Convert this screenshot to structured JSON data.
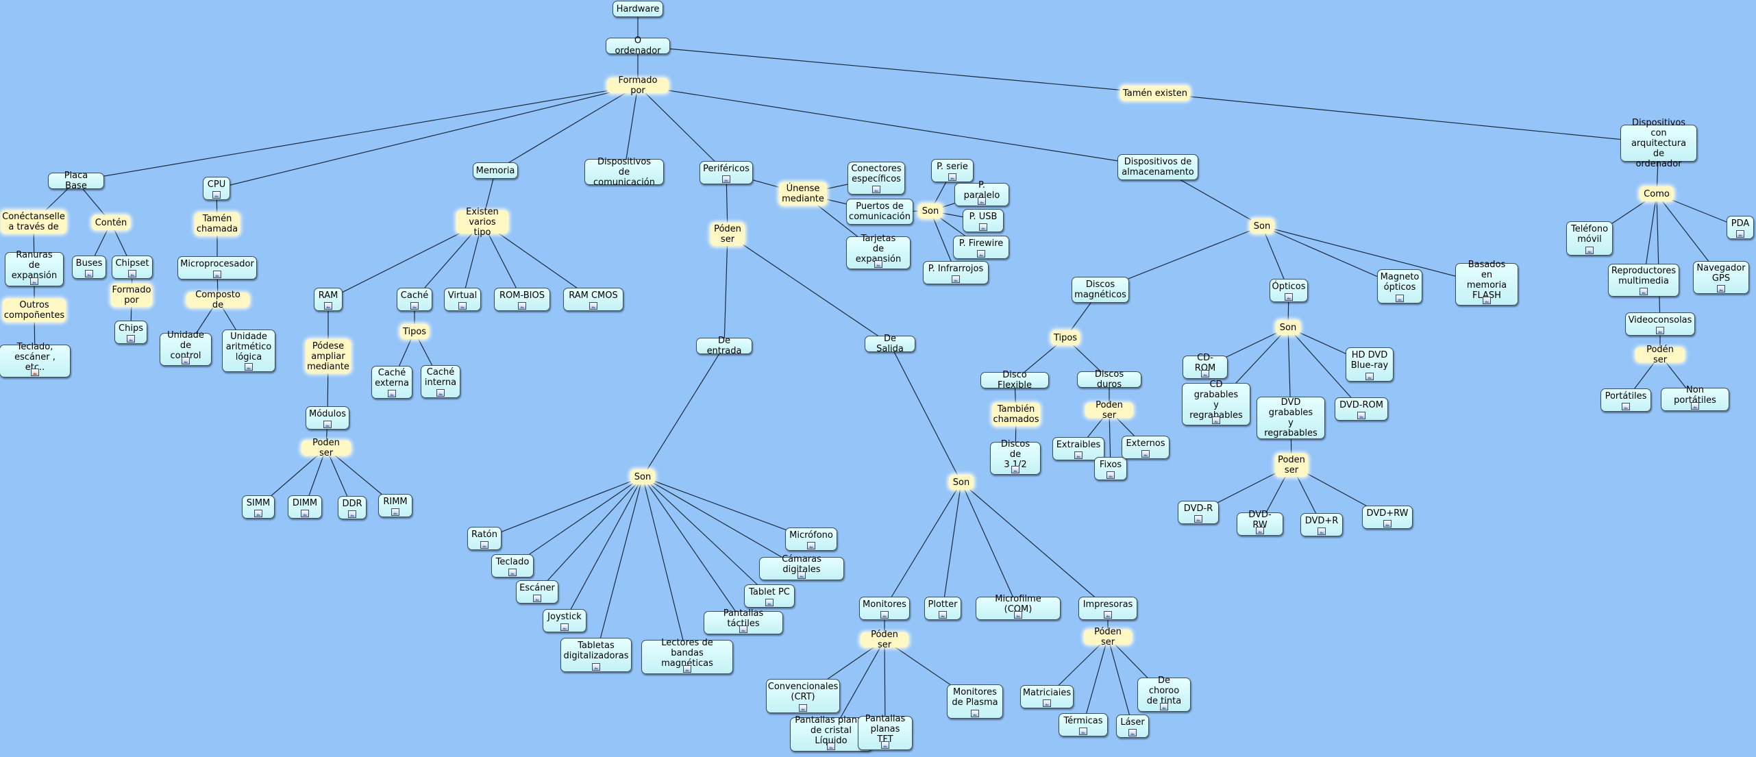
{
  "title": "Hardware",
  "nodes": [
    {
      "id": "hardware",
      "label": "Hardware",
      "type": "concept",
      "icon": false
    },
    {
      "id": "ordenador",
      "label": "O ordenador",
      "type": "concept",
      "icon": false
    },
    {
      "id": "formado_por",
      "label": "Formado por",
      "type": "linking"
    },
    {
      "id": "tamen_existen",
      "label": "Tamén existen",
      "type": "linking"
    },
    {
      "id": "placa_base",
      "label": "Placa Base",
      "type": "concept",
      "icon": false
    },
    {
      "id": "cpu",
      "label": "CPU",
      "type": "concept",
      "icon": true
    },
    {
      "id": "memoria",
      "label": "Memoria",
      "type": "concept",
      "icon": false
    },
    {
      "id": "disp_comunicacion",
      "label": "Dispositivos\nde comunicación",
      "type": "concept",
      "icon": false
    },
    {
      "id": "perifericos",
      "label": "Periféricos",
      "type": "concept",
      "icon": true
    },
    {
      "id": "disp_almacenamento",
      "label": "Dispositivos de\nalmacenamento",
      "type": "concept",
      "icon": false
    },
    {
      "id": "disp_arquitectura",
      "label": "Dispositivos con\narquitectura de\nordenador",
      "type": "concept",
      "icon": false
    },
    {
      "id": "conectanse",
      "label": "Conéctanselle\na través de",
      "type": "linking"
    },
    {
      "id": "conten",
      "label": "Contén",
      "type": "linking"
    },
    {
      "id": "ranuras",
      "label": "Ranuras de\nexpansión",
      "type": "concept",
      "icon": true
    },
    {
      "id": "outros",
      "label": "Outros\ncompoñentes",
      "type": "linking"
    },
    {
      "id": "teclado_escaner",
      "label": "Teclado,\nescáner , etc..",
      "type": "concept",
      "icon": true,
      "iconKind": "doc"
    },
    {
      "id": "buses",
      "label": "Buses",
      "type": "concept",
      "icon": true
    },
    {
      "id": "chipset",
      "label": "Chipset",
      "type": "concept",
      "icon": true
    },
    {
      "id": "formado_por2",
      "label": "Formado\npor",
      "type": "linking"
    },
    {
      "id": "chips",
      "label": "Chips",
      "type": "concept",
      "icon": true
    },
    {
      "id": "tamen_chamada",
      "label": "Tamén\nchamada",
      "type": "linking"
    },
    {
      "id": "microprocesador",
      "label": "Microprocesador",
      "type": "concept",
      "icon": true
    },
    {
      "id": "composto_de",
      "label": "Composto de",
      "type": "linking"
    },
    {
      "id": "unidade_control",
      "label": "Unidade\nde control",
      "type": "concept",
      "icon": true
    },
    {
      "id": "unidade_alu",
      "label": "Unidade\naritmético\nlógica",
      "type": "concept",
      "icon": true
    },
    {
      "id": "existen_varios",
      "label": "Existen\nvarios tipo",
      "type": "linking"
    },
    {
      "id": "ram",
      "label": "RAM",
      "type": "concept",
      "icon": true
    },
    {
      "id": "cache",
      "label": "Caché",
      "type": "concept",
      "icon": true
    },
    {
      "id": "virtual",
      "label": "Virtual",
      "type": "concept",
      "icon": true
    },
    {
      "id": "rombios",
      "label": "ROM-BIOS",
      "type": "concept",
      "icon": true
    },
    {
      "id": "ramcmos",
      "label": "RAM CMOS",
      "type": "concept",
      "icon": true
    },
    {
      "id": "podese_ampliar",
      "label": "Pódese\nampliar\nmediante",
      "type": "linking"
    },
    {
      "id": "modulos",
      "label": "Módulos",
      "type": "concept",
      "icon": true
    },
    {
      "id": "poden_ser_mod",
      "label": "Poden ser",
      "type": "linking"
    },
    {
      "id": "simm",
      "label": "SIMM",
      "type": "concept",
      "icon": true
    },
    {
      "id": "dimm",
      "label": "DIMM",
      "type": "concept",
      "icon": true
    },
    {
      "id": "ddr",
      "label": "DDR",
      "type": "concept",
      "icon": true
    },
    {
      "id": "rimm",
      "label": "RIMM",
      "type": "concept",
      "icon": true
    },
    {
      "id": "tipos_cache",
      "label": "Tipos",
      "type": "linking"
    },
    {
      "id": "cache_externa",
      "label": "Caché\nexterna",
      "type": "concept",
      "icon": true
    },
    {
      "id": "cache_interna",
      "label": "Caché\ninterna",
      "type": "concept",
      "icon": true
    },
    {
      "id": "poden_ser_per",
      "label": "Póden\nser",
      "type": "linking"
    },
    {
      "id": "de_entrada",
      "label": "De entrada",
      "type": "concept",
      "icon": false
    },
    {
      "id": "de_salida",
      "label": "De Salida",
      "type": "concept",
      "icon": false
    },
    {
      "id": "son_entrada",
      "label": "Son",
      "type": "linking"
    },
    {
      "id": "raton",
      "label": "Ratón",
      "type": "concept",
      "icon": true
    },
    {
      "id": "teclado",
      "label": "Teclado",
      "type": "concept",
      "icon": true
    },
    {
      "id": "escaner",
      "label": "Escáner",
      "type": "concept",
      "icon": true
    },
    {
      "id": "joystick",
      "label": "Joystick",
      "type": "concept",
      "icon": true
    },
    {
      "id": "tabletas",
      "label": "Tabletas\ndigitalizadoras",
      "type": "concept",
      "icon": true
    },
    {
      "id": "lectores",
      "label": "Lectores de\nbandas magnéticas",
      "type": "concept",
      "icon": true
    },
    {
      "id": "pantallas_tactiles",
      "label": "Pantallas táctiles",
      "type": "concept",
      "icon": true
    },
    {
      "id": "tablet_pc",
      "label": "Tablet PC",
      "type": "concept",
      "icon": true
    },
    {
      "id": "camaras",
      "label": "Cámaras digitales",
      "type": "concept",
      "icon": true
    },
    {
      "id": "microfono",
      "label": "Micrófono",
      "type": "concept",
      "icon": true
    },
    {
      "id": "unense",
      "label": "Únense\nmediante",
      "type": "linking"
    },
    {
      "id": "conectores",
      "label": "Conectores\nespecíficos",
      "type": "concept",
      "icon": true
    },
    {
      "id": "puertos",
      "label": "Puertos de\ncomunicación",
      "type": "concept",
      "icon": false
    },
    {
      "id": "tarjetas",
      "label": "Tarjetas\nde expansión",
      "type": "concept",
      "icon": true
    },
    {
      "id": "son_puertos",
      "label": "Son",
      "type": "linking"
    },
    {
      "id": "p_serie",
      "label": "P. serie",
      "type": "concept",
      "icon": true
    },
    {
      "id": "p_paralelo",
      "label": "P. paralelo",
      "type": "concept",
      "icon": true
    },
    {
      "id": "p_usb",
      "label": "P. USB",
      "type": "concept",
      "icon": true
    },
    {
      "id": "p_firewire",
      "label": "P. Firewire",
      "type": "concept",
      "icon": true
    },
    {
      "id": "p_infrarrojos",
      "label": "P. Infrarrojos",
      "type": "concept",
      "icon": true
    },
    {
      "id": "son_salida",
      "label": "Son",
      "type": "linking"
    },
    {
      "id": "monitores",
      "label": "Monitores",
      "type": "concept",
      "icon": true
    },
    {
      "id": "plotter",
      "label": "Plotter",
      "type": "concept",
      "icon": true
    },
    {
      "id": "microfilme",
      "label": "Microfilme (COM)",
      "type": "concept",
      "icon": true
    },
    {
      "id": "impresoras",
      "label": "Impresoras",
      "type": "concept",
      "icon": true
    },
    {
      "id": "poden_ser_mon",
      "label": "Póden ser",
      "type": "linking"
    },
    {
      "id": "crt",
      "label": "Convencionales\n(CRT)",
      "type": "concept",
      "icon": true
    },
    {
      "id": "lcd",
      "label": "Pantallas planas\nde cristal Líquido",
      "type": "concept",
      "icon": true
    },
    {
      "id": "tft",
      "label": "Pantallas\nplanas TFT",
      "type": "concept",
      "icon": true
    },
    {
      "id": "plasma",
      "label": "Monitores\nde Plasma",
      "type": "concept",
      "icon": true
    },
    {
      "id": "poden_ser_imp",
      "label": "Póden ser",
      "type": "linking"
    },
    {
      "id": "matriciaies",
      "label": "Matriciaies",
      "type": "concept",
      "icon": true
    },
    {
      "id": "termicas",
      "label": "Térmicas",
      "type": "concept",
      "icon": true
    },
    {
      "id": "laser",
      "label": "Láser",
      "type": "concept",
      "icon": true
    },
    {
      "id": "chorro",
      "label": "De choroo\nde tinta",
      "type": "concept",
      "icon": true
    },
    {
      "id": "son_alm",
      "label": "Son",
      "type": "linking"
    },
    {
      "id": "discos_magneticos",
      "label": "Discos\nmagnéticos",
      "type": "concept",
      "icon": false
    },
    {
      "id": "opticos",
      "label": "Ópticos",
      "type": "concept",
      "icon": true
    },
    {
      "id": "magneto",
      "label": "Magneto\nópticos",
      "type": "concept",
      "icon": true
    },
    {
      "id": "flash",
      "label": "Basados\nen memoria\nFLASH",
      "type": "concept",
      "icon": true
    },
    {
      "id": "tipos_discos",
      "label": "Tipos",
      "type": "linking"
    },
    {
      "id": "disco_flexible",
      "label": "Disco Flexible",
      "type": "concept",
      "icon": false
    },
    {
      "id": "discos_duros",
      "label": "Discos duros",
      "type": "concept",
      "icon": false
    },
    {
      "id": "tamen_chamados",
      "label": "También\nchamados",
      "type": "linking"
    },
    {
      "id": "discos_35",
      "label": "Discos de\n3 1/2",
      "type": "concept",
      "icon": true
    },
    {
      "id": "poden_ser_dd",
      "label": "Poden ser",
      "type": "linking"
    },
    {
      "id": "extraibles",
      "label": "Extraibles",
      "type": "concept",
      "icon": true
    },
    {
      "id": "fixos",
      "label": "Fixos",
      "type": "concept",
      "icon": true
    },
    {
      "id": "externos",
      "label": "Externos",
      "type": "concept",
      "icon": true
    },
    {
      "id": "son_opt",
      "label": "Son",
      "type": "linking"
    },
    {
      "id": "cdrom",
      "label": "CD-ROM",
      "type": "concept",
      "icon": true
    },
    {
      "id": "cd_grab",
      "label": "CD\ngrabables\ny regrabables",
      "type": "concept",
      "icon": true
    },
    {
      "id": "dvd_grab",
      "label": "DVD\ngrabables\ny regrabables",
      "type": "concept",
      "icon": false
    },
    {
      "id": "dvdrom",
      "label": "DVD-ROM",
      "type": "concept",
      "icon": true
    },
    {
      "id": "hddvd",
      "label": "HD DVD\nBlue-ray",
      "type": "concept",
      "icon": true
    },
    {
      "id": "poden_ser_dvd",
      "label": "Poden\nser",
      "type": "linking"
    },
    {
      "id": "dvd_r",
      "label": "DVD-R",
      "type": "concept",
      "icon": true
    },
    {
      "id": "dvd_rw",
      "label": "DVD-RW",
      "type": "concept",
      "icon": true
    },
    {
      "id": "dvd_plus_r",
      "label": "DVD+R",
      "type": "concept",
      "icon": true
    },
    {
      "id": "dvd_plus_rw",
      "label": "DVD+RW",
      "type": "concept",
      "icon": true
    },
    {
      "id": "como",
      "label": "Como",
      "type": "linking"
    },
    {
      "id": "telefono",
      "label": "Teléfono\nmóvil",
      "type": "concept",
      "icon": true
    },
    {
      "id": "reproductores",
      "label": "Reproductores\nmultimedia",
      "type": "concept",
      "icon": true
    },
    {
      "id": "videoconsolas",
      "label": "Videoconsolas",
      "type": "concept",
      "icon": true
    },
    {
      "id": "navegador",
      "label": "Navegador\nGPS",
      "type": "concept",
      "icon": true
    },
    {
      "id": "pda",
      "label": "PDA",
      "type": "concept",
      "icon": true
    },
    {
      "id": "poden_ser_vc",
      "label": "Podén ser",
      "type": "linking"
    },
    {
      "id": "portatiles",
      "label": "Portátiles",
      "type": "concept",
      "icon": true
    },
    {
      "id": "non_portatiles",
      "label": "Non portátiles",
      "type": "concept",
      "icon": true
    }
  ],
  "edges": [
    [
      "hardware",
      "ordenador"
    ],
    [
      "ordenador",
      "formado_por"
    ],
    [
      "ordenador",
      "tamen_existen"
    ],
    [
      "formado_por",
      "placa_base"
    ],
    [
      "formado_por",
      "cpu"
    ],
    [
      "formado_por",
      "memoria"
    ],
    [
      "formado_por",
      "disp_comunicacion"
    ],
    [
      "formado_por",
      "perifericos"
    ],
    [
      "formado_por",
      "disp_almacenamento"
    ],
    [
      "tamen_existen",
      "disp_arquitectura"
    ],
    [
      "placa_base",
      "conectanse"
    ],
    [
      "placa_base",
      "conten"
    ],
    [
      "conectanse",
      "ranuras"
    ],
    [
      "ranuras",
      "outros"
    ],
    [
      "outros",
      "teclado_escaner"
    ],
    [
      "conten",
      "buses"
    ],
    [
      "conten",
      "chipset"
    ],
    [
      "chipset",
      "formado_por2"
    ],
    [
      "formado_por2",
      "chips"
    ],
    [
      "cpu",
      "tamen_chamada"
    ],
    [
      "tamen_chamada",
      "microprocesador"
    ],
    [
      "microprocesador",
      "composto_de"
    ],
    [
      "composto_de",
      "unidade_control"
    ],
    [
      "composto_de",
      "unidade_alu"
    ],
    [
      "memoria",
      "existen_varios"
    ],
    [
      "existen_varios",
      "ram"
    ],
    [
      "existen_varios",
      "cache"
    ],
    [
      "existen_varios",
      "virtual"
    ],
    [
      "existen_varios",
      "rombios"
    ],
    [
      "existen_varios",
      "ramcmos"
    ],
    [
      "ram",
      "podese_ampliar"
    ],
    [
      "podese_ampliar",
      "modulos"
    ],
    [
      "modulos",
      "poden_ser_mod"
    ],
    [
      "poden_ser_mod",
      "simm"
    ],
    [
      "poden_ser_mod",
      "dimm"
    ],
    [
      "poden_ser_mod",
      "ddr"
    ],
    [
      "poden_ser_mod",
      "rimm"
    ],
    [
      "cache",
      "tipos_cache"
    ],
    [
      "tipos_cache",
      "cache_externa"
    ],
    [
      "tipos_cache",
      "cache_interna"
    ],
    [
      "perifericos",
      "poden_ser_per"
    ],
    [
      "perifericos",
      "unense"
    ],
    [
      "poden_ser_per",
      "de_entrada"
    ],
    [
      "poden_ser_per",
      "de_salida"
    ],
    [
      "de_entrada",
      "son_entrada"
    ],
    [
      "son_entrada",
      "raton"
    ],
    [
      "son_entrada",
      "teclado"
    ],
    [
      "son_entrada",
      "escaner"
    ],
    [
      "son_entrada",
      "joystick"
    ],
    [
      "son_entrada",
      "tabletas"
    ],
    [
      "son_entrada",
      "lectores"
    ],
    [
      "son_entrada",
      "pantallas_tactiles"
    ],
    [
      "son_entrada",
      "tablet_pc"
    ],
    [
      "son_entrada",
      "camaras"
    ],
    [
      "son_entrada",
      "microfono"
    ],
    [
      "unense",
      "conectores"
    ],
    [
      "unense",
      "puertos"
    ],
    [
      "unense",
      "tarjetas"
    ],
    [
      "puertos",
      "son_puertos"
    ],
    [
      "son_puertos",
      "p_serie"
    ],
    [
      "son_puertos",
      "p_paralelo"
    ],
    [
      "son_puertos",
      "p_usb"
    ],
    [
      "son_puertos",
      "p_firewire"
    ],
    [
      "son_puertos",
      "p_infrarrojos"
    ],
    [
      "de_salida",
      "son_salida"
    ],
    [
      "son_salida",
      "monitores"
    ],
    [
      "son_salida",
      "plotter"
    ],
    [
      "son_salida",
      "microfilme"
    ],
    [
      "son_salida",
      "impresoras"
    ],
    [
      "monitores",
      "poden_ser_mon"
    ],
    [
      "poden_ser_mon",
      "crt"
    ],
    [
      "poden_ser_mon",
      "lcd"
    ],
    [
      "poden_ser_mon",
      "tft"
    ],
    [
      "poden_ser_mon",
      "plasma"
    ],
    [
      "impresoras",
      "poden_ser_imp"
    ],
    [
      "poden_ser_imp",
      "matriciaies"
    ],
    [
      "poden_ser_imp",
      "termicas"
    ],
    [
      "poden_ser_imp",
      "laser"
    ],
    [
      "poden_ser_imp",
      "chorro"
    ],
    [
      "disp_almacenamento",
      "son_alm"
    ],
    [
      "son_alm",
      "discos_magneticos"
    ],
    [
      "son_alm",
      "opticos"
    ],
    [
      "son_alm",
      "magneto"
    ],
    [
      "son_alm",
      "flash"
    ],
    [
      "discos_magneticos",
      "tipos_discos"
    ],
    [
      "tipos_discos",
      "disco_flexible"
    ],
    [
      "tipos_discos",
      "discos_duros"
    ],
    [
      "disco_flexible",
      "tamen_chamados"
    ],
    [
      "tamen_chamados",
      "discos_35"
    ],
    [
      "discos_duros",
      "poden_ser_dd"
    ],
    [
      "poden_ser_dd",
      "extraibles"
    ],
    [
      "poden_ser_dd",
      "fixos"
    ],
    [
      "poden_ser_dd",
      "externos"
    ],
    [
      "opticos",
      "son_opt"
    ],
    [
      "son_opt",
      "cdrom"
    ],
    [
      "son_opt",
      "cd_grab"
    ],
    [
      "son_opt",
      "dvd_grab"
    ],
    [
      "son_opt",
      "dvdrom"
    ],
    [
      "son_opt",
      "hddvd"
    ],
    [
      "dvd_grab",
      "poden_ser_dvd"
    ],
    [
      "poden_ser_dvd",
      "dvd_r"
    ],
    [
      "poden_ser_dvd",
      "dvd_rw"
    ],
    [
      "poden_ser_dvd",
      "dvd_plus_r"
    ],
    [
      "poden_ser_dvd",
      "dvd_plus_rw"
    ],
    [
      "disp_arquitectura",
      "como"
    ],
    [
      "como",
      "telefono"
    ],
    [
      "como",
      "reproductores"
    ],
    [
      "como",
      "videoconsolas"
    ],
    [
      "como",
      "navegador"
    ],
    [
      "como",
      "pda"
    ],
    [
      "videoconsolas",
      "poden_ser_vc"
    ],
    [
      "poden_ser_vc",
      "portatiles"
    ],
    [
      "poden_ser_vc",
      "non_portatiles"
    ]
  ]
}
